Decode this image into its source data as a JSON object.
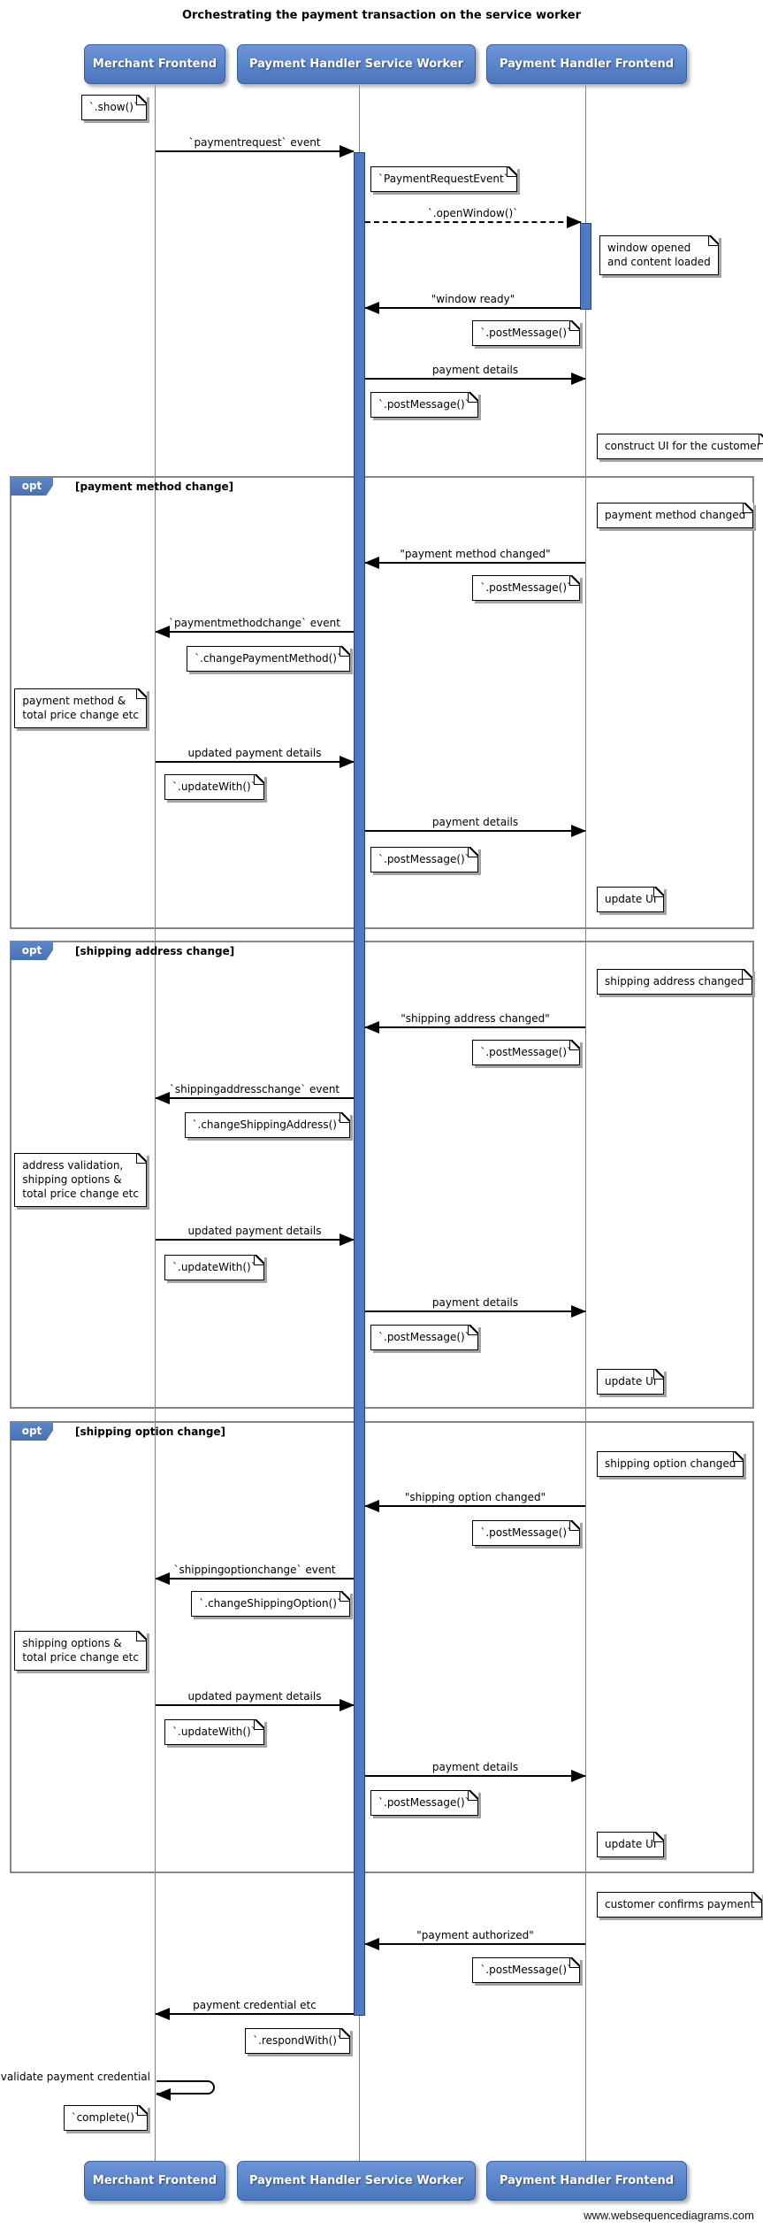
{
  "title": "Orchestrating the payment transaction on the service worker",
  "watermark": "www.websequencediagrams.com",
  "participants": [
    {
      "label": "Merchant Frontend"
    },
    {
      "label": "Payment Handler Service Worker"
    },
    {
      "label": "Payment Handler Frontend"
    }
  ],
  "fragments": [
    {
      "keyword": "opt",
      "guard": "[payment method change]"
    },
    {
      "keyword": "opt",
      "guard": "[shipping address change]"
    },
    {
      "keyword": "opt",
      "guard": "[shipping option change]"
    }
  ],
  "messages": [
    {
      "label": "`paymentrequest` event"
    },
    {
      "label": "`.openWindow()`"
    },
    {
      "label": "\"window ready\""
    },
    {
      "label": "payment details"
    },
    {
      "label": "\"payment method changed\""
    },
    {
      "label": "`paymentmethodchange` event"
    },
    {
      "label": "updated payment details"
    },
    {
      "label": "payment details"
    },
    {
      "label": "\"shipping address changed\""
    },
    {
      "label": "`shippingaddresschange` event"
    },
    {
      "label": "updated payment details"
    },
    {
      "label": "payment details"
    },
    {
      "label": "\"shipping option changed\""
    },
    {
      "label": "`shippingoptionchange` event"
    },
    {
      "label": "updated payment details"
    },
    {
      "label": "payment details"
    },
    {
      "label": "\"payment authorized\""
    },
    {
      "label": "payment credential etc"
    }
  ],
  "self_message": {
    "label": "validate payment credential"
  },
  "notes": [
    {
      "text": "`.show()`"
    },
    {
      "text": "`PaymentRequestEvent`"
    },
    {
      "text": "window opened\nand content loaded"
    },
    {
      "text": "`.postMessage()`"
    },
    {
      "text": "`.postMessage()`"
    },
    {
      "text": "construct UI for the customer"
    },
    {
      "text": "payment method changed"
    },
    {
      "text": "`.postMessage()`"
    },
    {
      "text": "`.changePaymentMethod()`"
    },
    {
      "text": "payment method &\ntotal price change etc"
    },
    {
      "text": "`.updateWith()`"
    },
    {
      "text": "`.postMessage()`"
    },
    {
      "text": "update UI"
    },
    {
      "text": "shipping address changed"
    },
    {
      "text": "`.postMessage()`"
    },
    {
      "text": "`.changeShippingAddress()`"
    },
    {
      "text": "address validation,\nshipping options &\ntotal price change etc"
    },
    {
      "text": "`.updateWith()`"
    },
    {
      "text": "`.postMessage()`"
    },
    {
      "text": "update UI"
    },
    {
      "text": "shipping option changed"
    },
    {
      "text": "`.postMessage()`"
    },
    {
      "text": "`.changeShippingOption()`"
    },
    {
      "text": "shipping options &\ntotal price change etc"
    },
    {
      "text": "`.updateWith()`"
    },
    {
      "text": "`.postMessage()`"
    },
    {
      "text": "update UI"
    },
    {
      "text": "customer confirms payment"
    },
    {
      "text": "`.postMessage()`"
    },
    {
      "text": "`.respondWith()`"
    },
    {
      "text": "`complete()`"
    }
  ],
  "colors": {
    "participant_fill": "#4a76bd",
    "participant_border": "#33619f",
    "activation_fill": "#4e79c5",
    "frame_border": "#868686",
    "lifeline": "#828282",
    "note_fill": "#ffffff",
    "arrow": "#000000"
  }
}
